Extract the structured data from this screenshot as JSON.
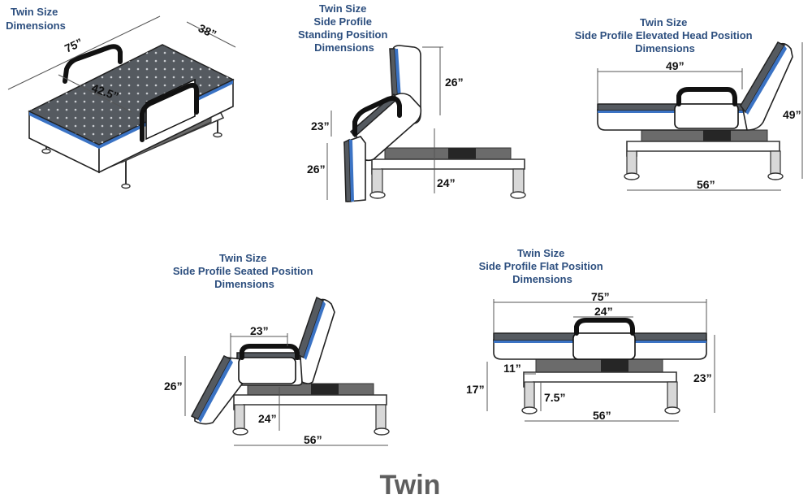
{
  "captions": {
    "iso": [
      "Twin Size",
      "Dimensions"
    ],
    "standing": [
      "Twin Size",
      "Side Profile",
      "Standing Position",
      "Dimensions"
    ],
    "elevated": [
      "Twin Size",
      "Side Profile Elevated Head Position",
      "Dimensions"
    ],
    "seated": [
      "Twin Size",
      "Side Profile Seated Position",
      "Dimensions"
    ],
    "flat": [
      "Twin Size",
      "Side Profile Flat Position",
      "Dimensions"
    ]
  },
  "dimensions": {
    "iso": {
      "length": "75”",
      "width": "38”",
      "inner": "42.5”"
    },
    "standing": {
      "back": "26”",
      "upper": "23”",
      "lower": "26”",
      "height": "24”"
    },
    "elevated": {
      "head": "49”",
      "height": "49”",
      "base": "56”"
    },
    "seated": {
      "top": "23”",
      "left": "26”",
      "height": "24”",
      "base": "56”"
    },
    "flat": {
      "overall": "75”",
      "handle": "24”",
      "offset": "11”",
      "leg": "17”",
      "clearance": "7.5”",
      "height": "23”",
      "base": "56”"
    }
  },
  "footer_title": "Twin",
  "colors": {
    "caption": "#2d4f7f",
    "accent_blue": "#3b73c4",
    "mattress_top": "#555a60",
    "title": "#5e5e5e"
  }
}
